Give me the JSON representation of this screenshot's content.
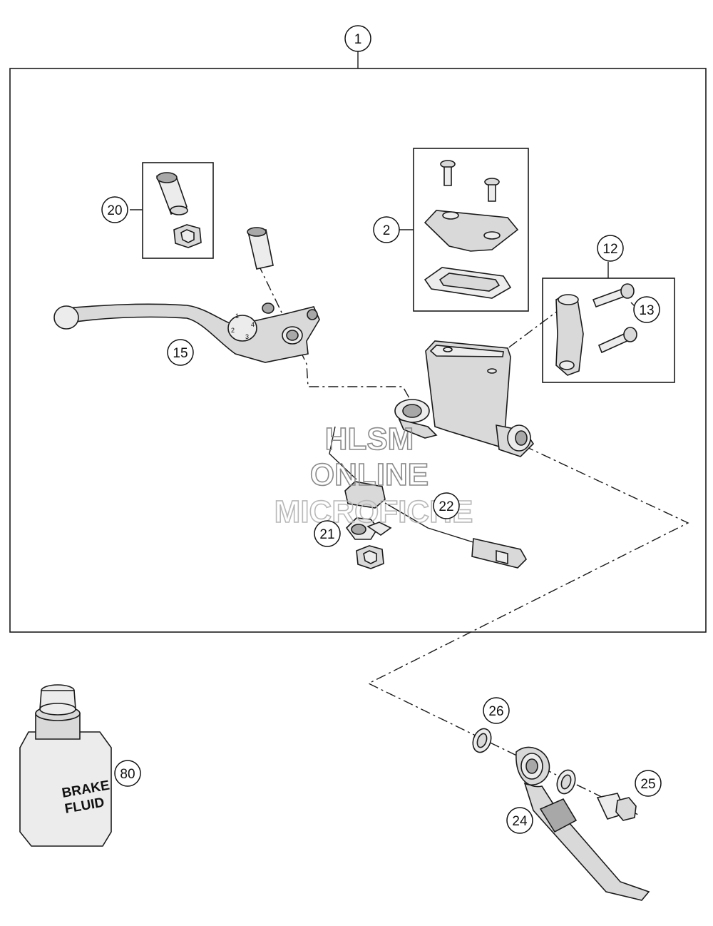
{
  "callouts": {
    "c1": "1",
    "c2": "2",
    "c12": "12",
    "c13": "13",
    "c15": "15",
    "c20": "20",
    "c21": "21",
    "c22": "22",
    "c24": "24",
    "c25": "25",
    "c26": "26",
    "c80": "80"
  },
  "watermark": {
    "line1": "HLSM",
    "line2": "ONLINE",
    "line3": "MICROFICHE"
  },
  "brake_fluid": {
    "line1": "BRAKE",
    "line2": "FLUID"
  },
  "lever_dial": {
    "n1": "1",
    "n2": "2",
    "n3": "3",
    "n4": "4"
  }
}
